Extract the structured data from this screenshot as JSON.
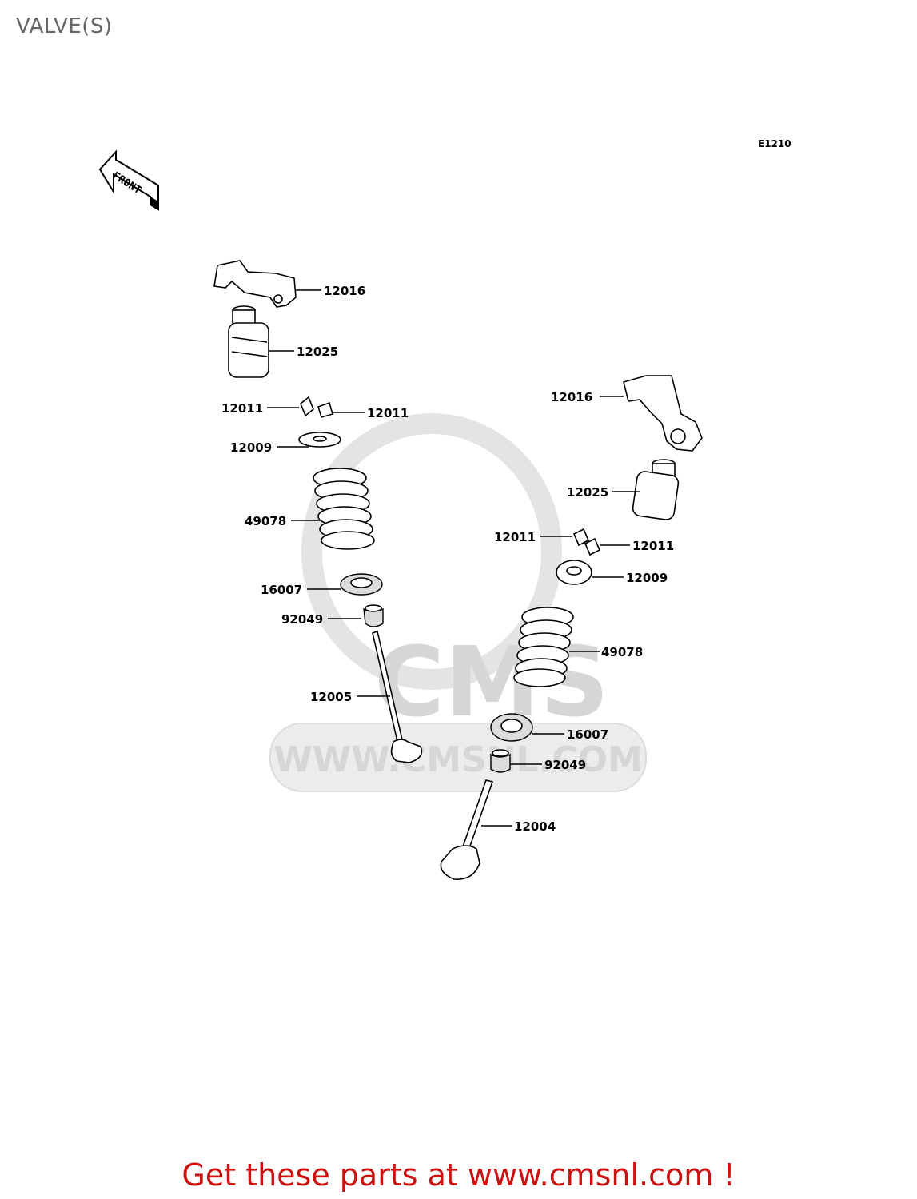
{
  "header": {
    "title": "VALVE(S)"
  },
  "diagram": {
    "code": "E1210",
    "front_label": "FRONT",
    "watermark": {
      "brand": "CMS",
      "url": "WWW.CMSNL.COM"
    },
    "left_stack": {
      "rocker_arm": "12016",
      "lifter": "12025",
      "keeper_left": "12011",
      "keeper_right": "12011",
      "retainer": "12009",
      "spring": "49078",
      "seat": "16007",
      "seal": "92049",
      "valve": "12005"
    },
    "right_stack": {
      "rocker_arm": "12016",
      "lifter": "12025",
      "keeper_left": "12011",
      "keeper_right": "12011",
      "retainer": "12009",
      "spring": "49078",
      "seat": "16007",
      "seal": "92049",
      "valve": "12004"
    }
  },
  "footer": {
    "cta_prefix": "Get these parts at ",
    "cta_link": "www.cmsnl.com",
    "cta_suffix": " !",
    "color": "#cc1111"
  }
}
